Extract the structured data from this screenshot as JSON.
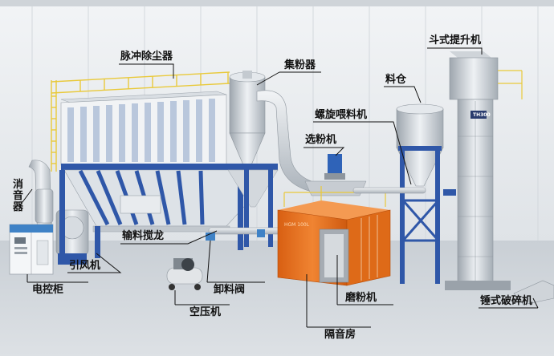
{
  "labels": {
    "pulse_dust_collector": "脉冲除尘器",
    "powder_collector": "集粉器",
    "bucket_elevator": "斗式提升机",
    "silo": "料仓",
    "screw_feeder": "螺旋喂料机",
    "classifier": "选粉机",
    "silencer": "消音器",
    "conveyor_agitator": "输料搅龙",
    "induced_fan": "引风机",
    "control_cabinet": "电控柜",
    "discharge_valve": "卸料阀",
    "air_compressor": "空压机",
    "grinding_mill": "磨粉机",
    "sound_room": "隔音房",
    "hammer_crusher": "锤式破碎机"
  },
  "machine_plates": {
    "sound_room_plate": "HGM 100L",
    "elevator_logo": "TH300"
  },
  "colors": {
    "structure_blue": "#2f57a8",
    "railing_yellow": "#e9c93a",
    "sound_room_orange": "#e8711f",
    "steel_grey": "#c7ccd2",
    "leader_line": "#111111"
  }
}
